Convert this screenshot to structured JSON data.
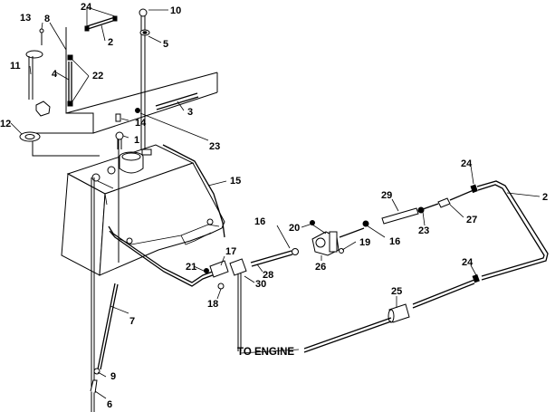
{
  "callouts": [
    "1",
    "2",
    "2",
    "3",
    "4",
    "5",
    "6",
    "7",
    "8",
    "9",
    "10",
    "11",
    "12",
    "13",
    "14",
    "15",
    "16",
    "16",
    "17",
    "18",
    "19",
    "20",
    "21",
    "22",
    "23",
    "23",
    "24",
    "24",
    "24",
    "25",
    "26",
    "27",
    "28",
    "29",
    "30"
  ],
  "destination_label": "TO ENGINE"
}
